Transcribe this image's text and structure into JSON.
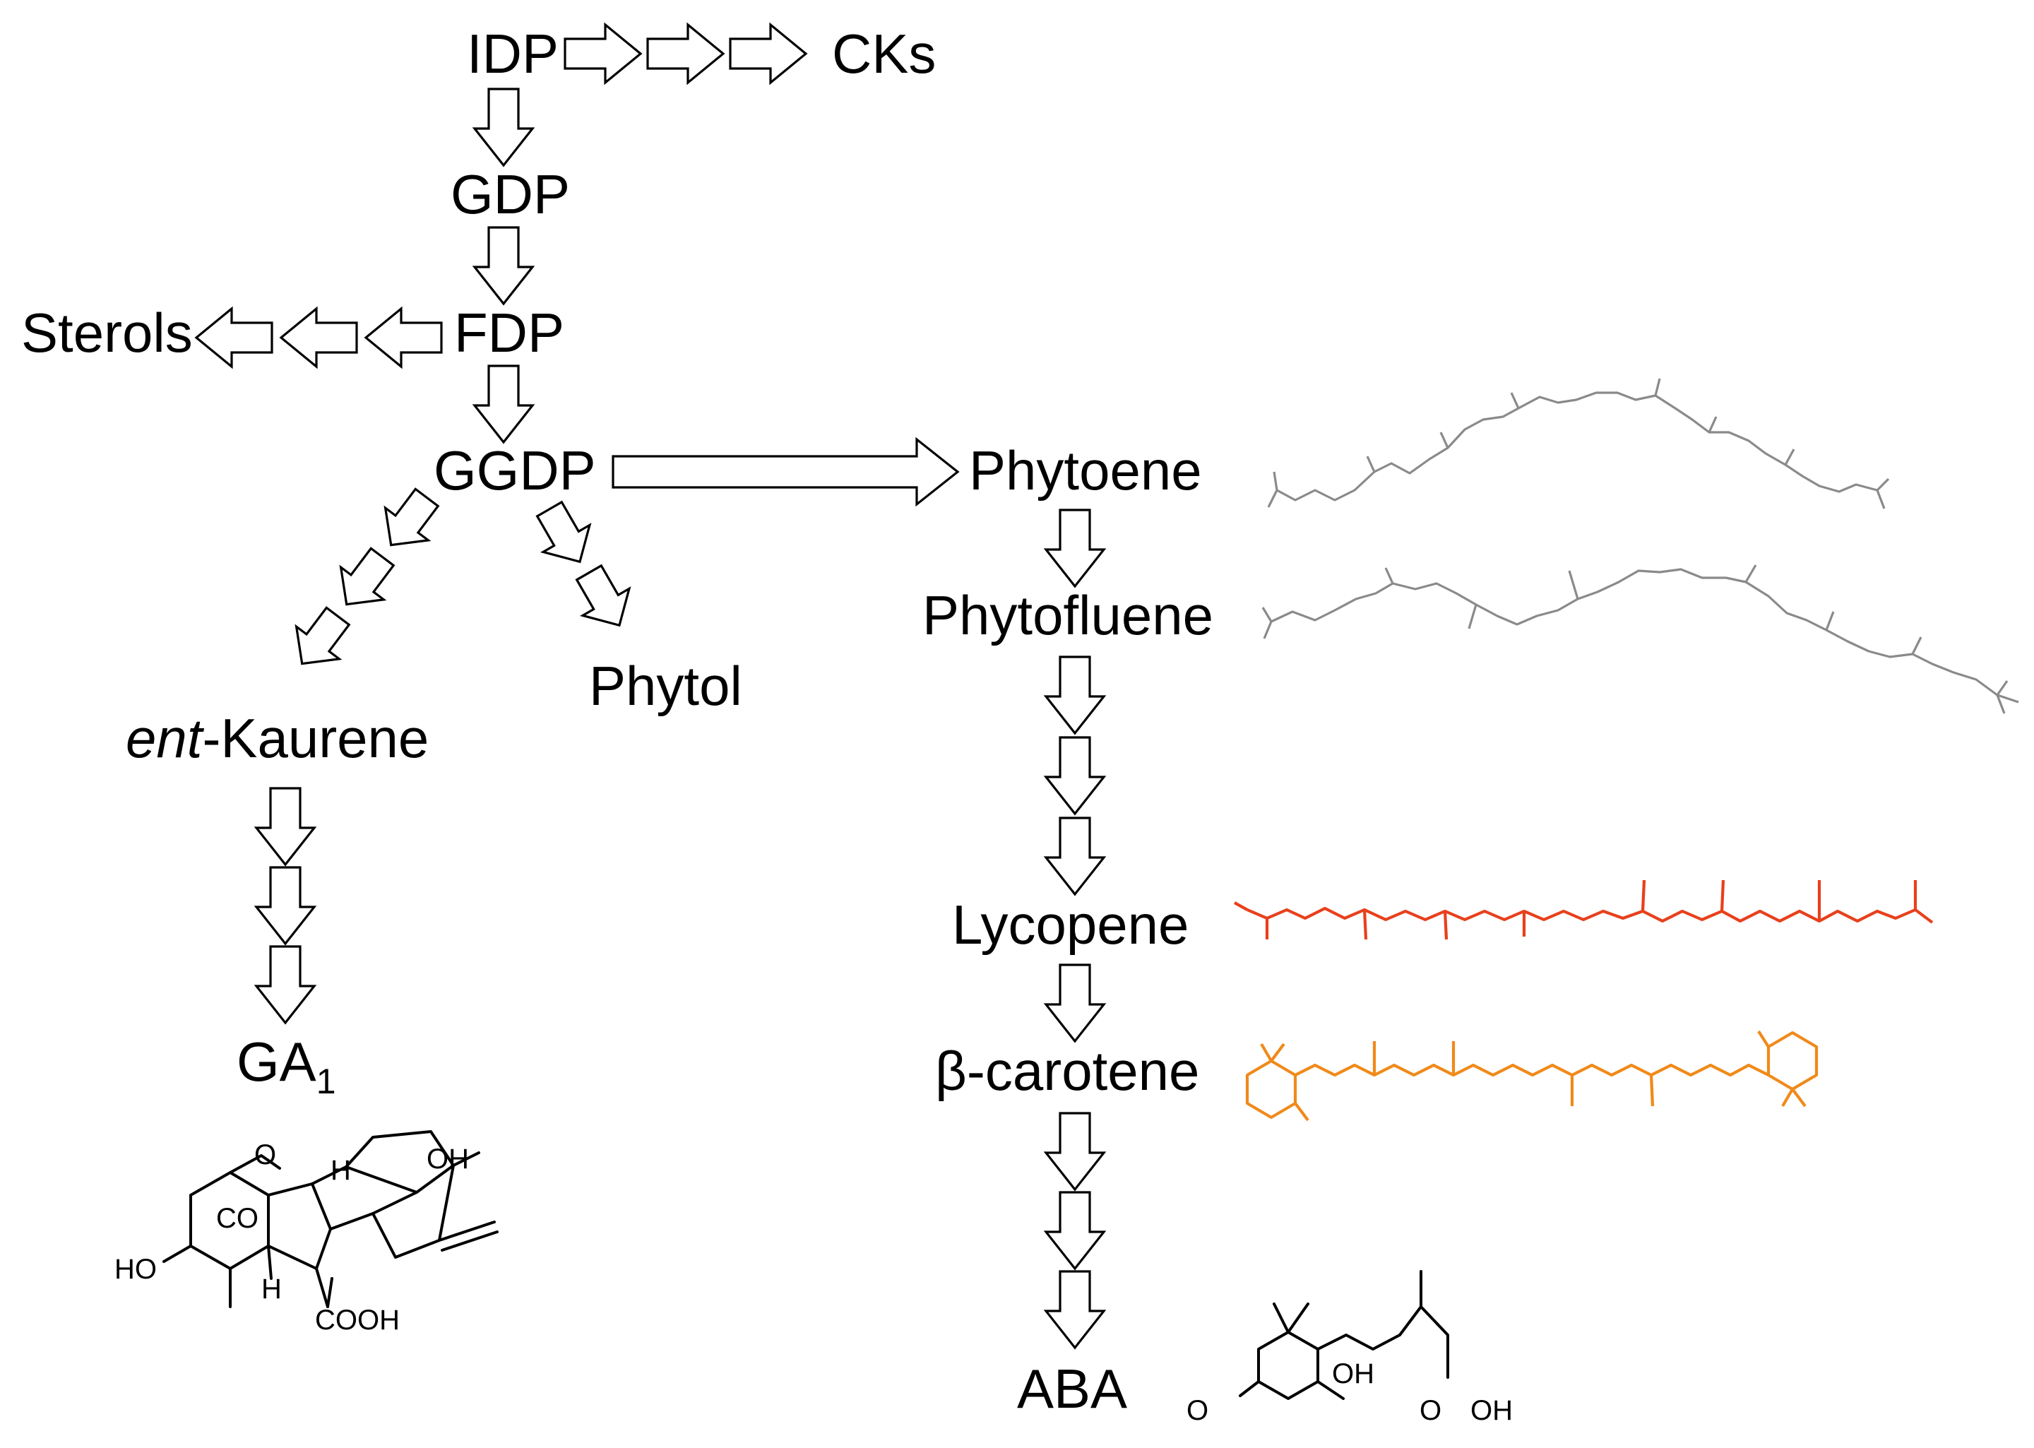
{
  "nodes": {
    "idp": "IDP",
    "cks": "CKs",
    "gdp": "GDP",
    "fdp": "FDP",
    "sterols": "Sterols",
    "ggdp": "GGDP",
    "phytoene": "Phytoene",
    "phytofluene": "Phytofluene",
    "phytol": "Phytol",
    "ent_kaurene_prefix": "ent",
    "ent_kaurene_rest": "-Kaurene",
    "ga_main": "GA",
    "ga_sub": "1",
    "lycopene": "Lycopene",
    "beta_carotene": "β-carotene",
    "aba": "ABA"
  },
  "ga1_structure_labels": {
    "oh_top": "OH",
    "ring_o": "O",
    "co": "CO",
    "h_upper": "H",
    "ho": "HO",
    "h_lower": "H",
    "cooh": "COOH"
  },
  "aba_structure_labels": {
    "oh": "OH",
    "o_ketone": "O",
    "o_acid": "O",
    "oh_acid": "OH"
  },
  "colors": {
    "lycopene_structure": "#e8401c",
    "beta_carotene_structure": "#f08a1a",
    "phytoene_structure": "#8a8a8a",
    "phytofluene_structure": "#8a8a8a"
  }
}
